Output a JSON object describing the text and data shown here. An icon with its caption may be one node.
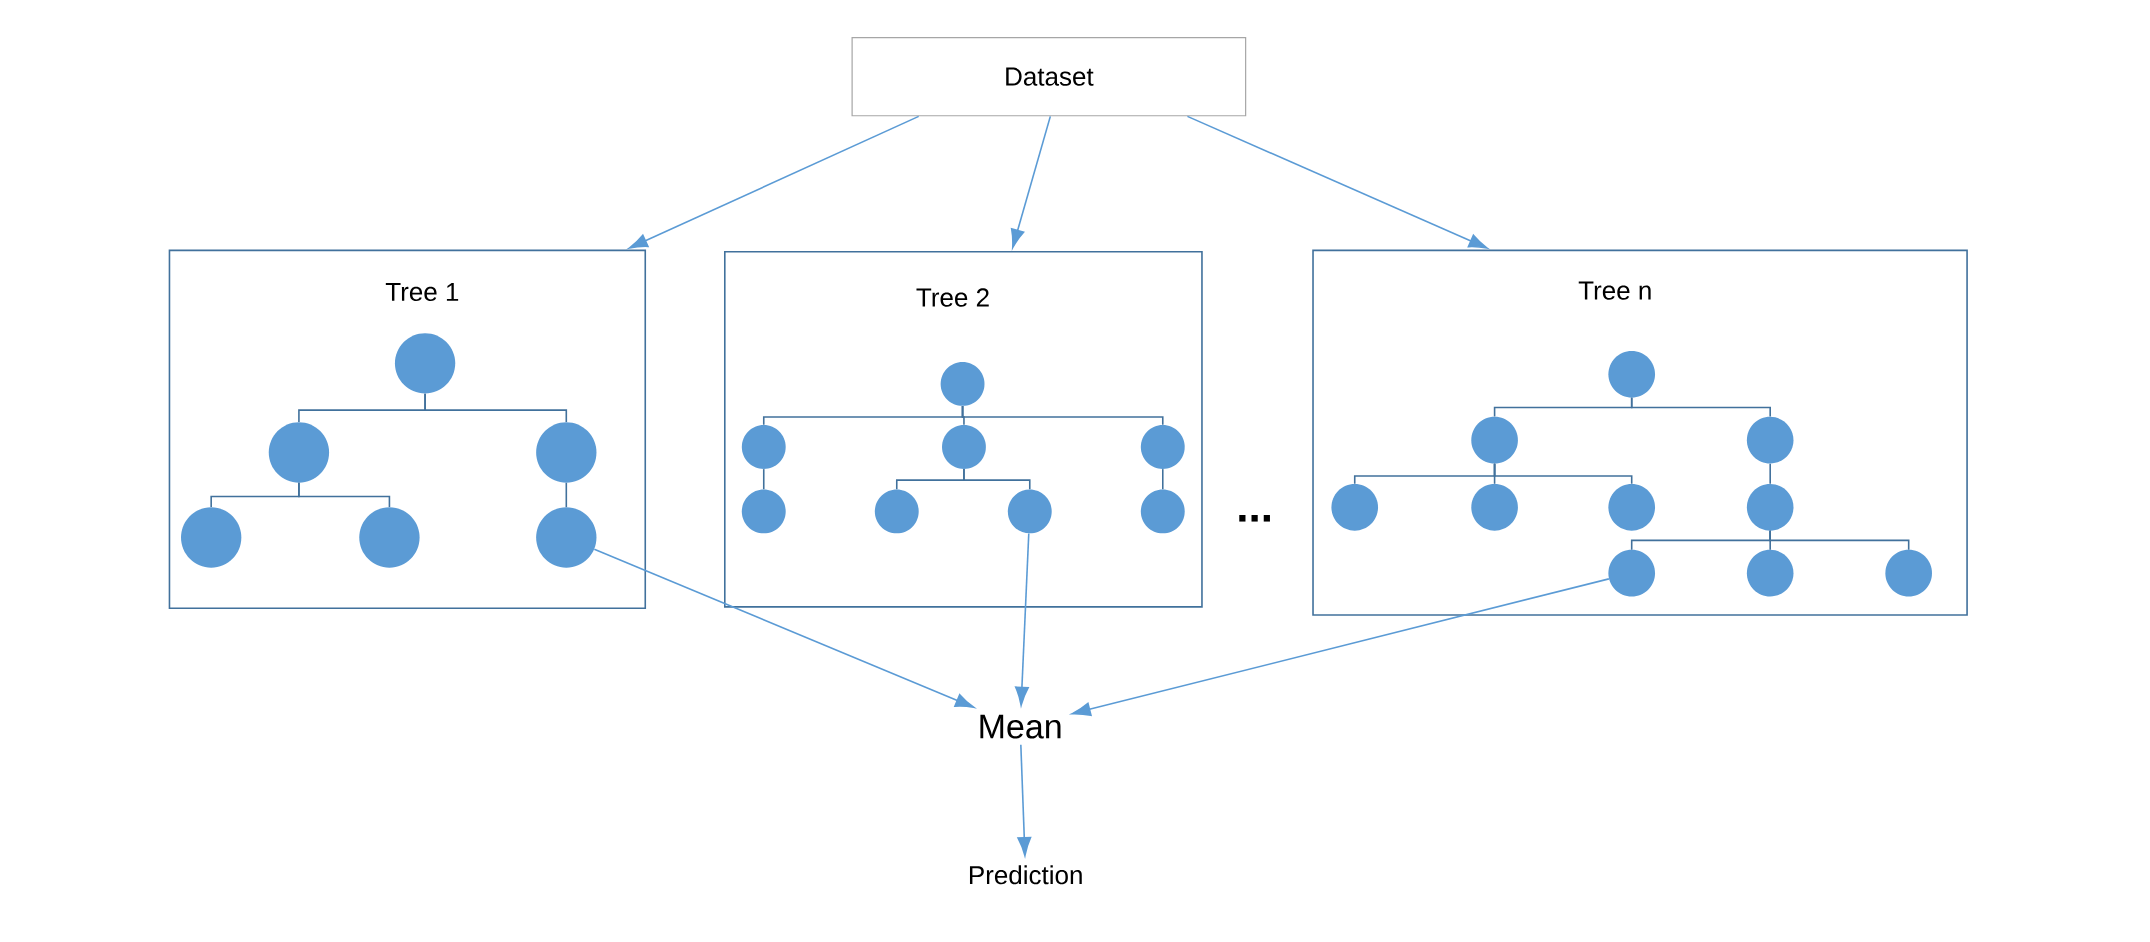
{
  "diagram": {
    "nodes": [
      {
        "text": [
          "Dataset"
        ]
      },
      {
        "text": [
          "Tree 1"
        ]
      },
      {
        "text": [],
        "shape": "circle",
        "in": 1
      },
      {
        "text": [],
        "shape": "circle",
        "in": 1
      },
      {
        "text": [],
        "shape": "circle",
        "in": 1
      },
      {
        "text": [],
        "shape": "circle",
        "in": 1
      },
      {
        "text": [],
        "shape": "circle",
        "in": 1
      },
      {
        "text": [],
        "shape": "circle",
        "in": 1
      },
      {
        "text": [
          "Tree 2"
        ]
      },
      {
        "text": [],
        "shape": "circle",
        "in": 8
      },
      {
        "text": [],
        "shape": "circle",
        "in": 8
      },
      {
        "text": [],
        "shape": "circle",
        "in": 8
      },
      {
        "text": [],
        "shape": "circle",
        "in": 8
      },
      {
        "text": [],
        "shape": "circle",
        "in": 8
      },
      {
        "text": [],
        "shape": "circle",
        "in": 8
      },
      {
        "text": [],
        "shape": "circle",
        "in": 8
      },
      {
        "text": [],
        "shape": "circle",
        "in": 8
      },
      {
        "text": [
          "Tree n"
        ]
      },
      {
        "text": [],
        "shape": "circle",
        "in": 17
      },
      {
        "text": [],
        "shape": "circle",
        "in": 17
      },
      {
        "text": [],
        "shape": "circle",
        "in": 17
      },
      {
        "text": [],
        "shape": "circle",
        "in": 17
      },
      {
        "text": [],
        "shape": "circle",
        "in": 17
      },
      {
        "text": [],
        "shape": "circle",
        "in": 17
      },
      {
        "text": [],
        "shape": "circle",
        "in": 17
      },
      {
        "text": [],
        "shape": "circle",
        "in": 17
      },
      {
        "text": [],
        "shape": "circle",
        "in": 17
      },
      {
        "text": [],
        "shape": "circle",
        "in": 17
      },
      {
        "text": [
          "Mean"
        ]
      },
      {
        "text": [
          "Prediction"
        ]
      }
    ],
    "edges": [
      {
        "from": 0,
        "to": 1,
        "arrow": "to",
        "color": "#5b9bd5"
      },
      {
        "from": 0,
        "to": 8,
        "arrow": "to",
        "color": "#5b9bd5"
      },
      {
        "from": 0,
        "to": 17,
        "arrow": "to",
        "color": "#5b9bd5"
      },
      {
        "from": 2,
        "to": 3,
        "arrow": "none"
      },
      {
        "from": 2,
        "to": 4,
        "arrow": "none"
      },
      {
        "from": 3,
        "to": 5,
        "arrow": "none"
      },
      {
        "from": 3,
        "to": 6,
        "arrow": "none"
      },
      {
        "from": 4,
        "to": 7,
        "arrow": "none"
      },
      {
        "from": 9,
        "to": 10,
        "arrow": "none"
      },
      {
        "from": 9,
        "to": 11,
        "arrow": "none"
      },
      {
        "from": 9,
        "to": 12,
        "arrow": "none"
      },
      {
        "from": 10,
        "to": 13,
        "arrow": "none"
      },
      {
        "from": 11,
        "to": 14,
        "arrow": "none"
      },
      {
        "from": 11,
        "to": 15,
        "arrow": "none"
      },
      {
        "from": 12,
        "to": 16,
        "arrow": "none"
      },
      {
        "from": 18,
        "to": 19,
        "arrow": "none"
      },
      {
        "from": 18,
        "to": 20,
        "arrow": "none"
      },
      {
        "from": 19,
        "to": 21,
        "arrow": "none"
      },
      {
        "from": 19,
        "to": 22,
        "arrow": "none"
      },
      {
        "from": 19,
        "to": 23,
        "arrow": "none"
      },
      {
        "from": 20,
        "to": 24,
        "arrow": "none"
      },
      {
        "from": 24,
        "to": 25,
        "arrow": "none"
      },
      {
        "from": 24,
        "to": 26,
        "arrow": "none"
      },
      {
        "from": 24,
        "to": 27,
        "arrow": "none"
      },
      {
        "from": 7,
        "to": 28,
        "arrow": "to",
        "color": "#5b9bd5"
      },
      {
        "from": 15,
        "to": 28,
        "arrow": "to",
        "color": "#5b9bd5"
      },
      {
        "from": 25,
        "to": 28,
        "arrow": "to",
        "color": "#5b9bd5"
      },
      {
        "from": 28,
        "to": 29,
        "arrow": "to",
        "color": "#5b9bd5"
      }
    ],
    "labels": [
      "..."
    ]
  }
}
